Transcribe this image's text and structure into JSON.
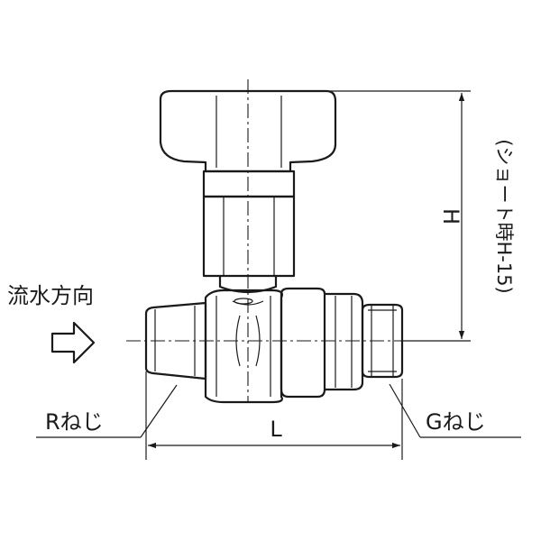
{
  "labels": {
    "flow_direction": "流水方向",
    "r_thread": "Rねじ",
    "g_thread": "Gねじ",
    "length": "L",
    "height": "H",
    "height_note": "(ショート時H-15)"
  },
  "colors": {
    "line": "#1a1a1a",
    "background": "#ffffff"
  }
}
